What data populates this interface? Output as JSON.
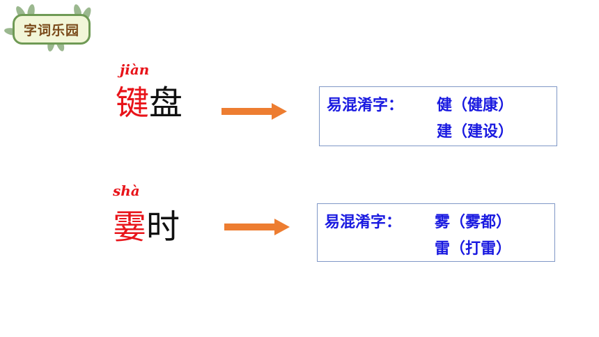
{
  "badge": {
    "label": "字词乐园"
  },
  "items": [
    {
      "pinyin": "jiàn",
      "highlight_char": "键",
      "rest_char": "盘",
      "confusable_label": "易混淆字：",
      "confusables": [
        "健（健康）",
        "建（建设）"
      ]
    },
    {
      "pinyin": "shà",
      "highlight_char": "霎",
      "rest_char": "时",
      "confusable_label": "易混淆字：",
      "confusables": [
        "雾（雾都）",
        "雷（打雷）"
      ]
    }
  ],
  "colors": {
    "highlight": "#e8141a",
    "arrow": "#ed7d31",
    "box_text": "#1a1ae0",
    "box_border": "#7f97c6",
    "badge_border": "#6f9a55",
    "badge_text": "#7a4a1a"
  }
}
